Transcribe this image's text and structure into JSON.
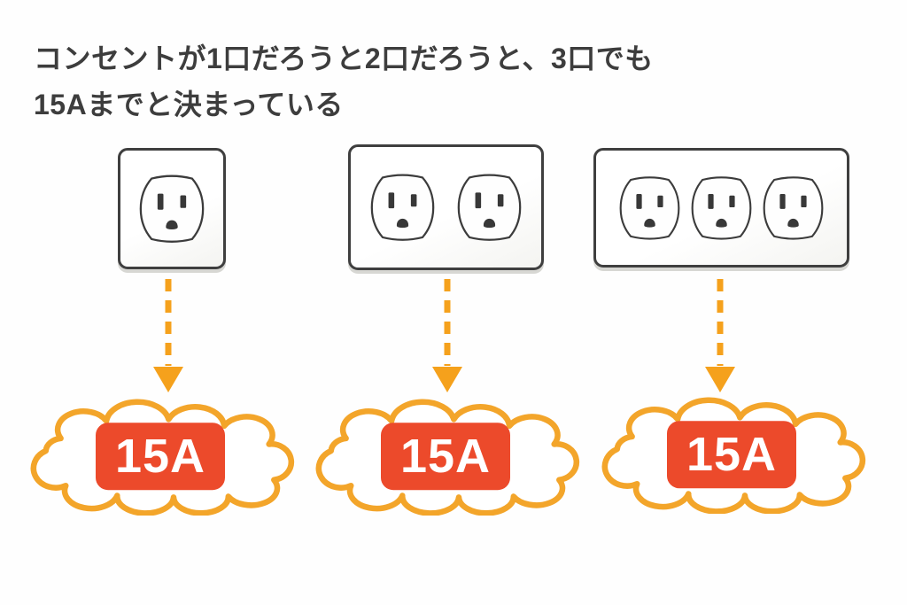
{
  "title": {
    "line1": "コンセントが1口だろうと2口だろうと、3口でも",
    "line2": "15Aまでと決まっている"
  },
  "columns": [
    {
      "outlet": "single-socket-outlet",
      "socket_count": 1,
      "amp_label": "15A"
    },
    {
      "outlet": "double-socket-outlet",
      "socket_count": 2,
      "amp_label": "15A"
    },
    {
      "outlet": "triple-socket-outlet",
      "socket_count": 3,
      "amp_label": "15A"
    }
  ],
  "colors": {
    "background": "#fefefe",
    "title_text": "#3d3d3d",
    "plate_border": "#3f3f3f",
    "slot_dark": "#383838",
    "arrow_orange": "#f5a11c",
    "cloud_orange": "#f3a52a",
    "badge_red": "#ec4a2b",
    "badge_text": "#ffffff"
  }
}
